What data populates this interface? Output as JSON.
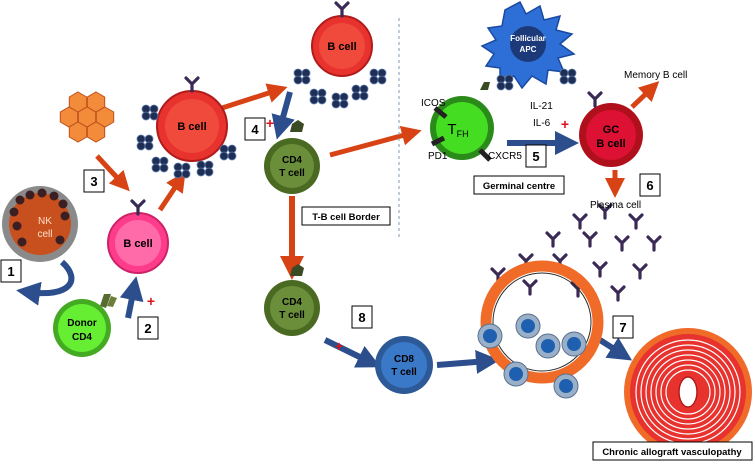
{
  "labels": {
    "nk_cell_line1": "NK",
    "nk_cell_line2": "cell",
    "donor_line1": "Donor",
    "donor_line2": "CD4",
    "b_cell": "B cell",
    "cd4_line1": "CD4",
    "cd4_line2": "T cell",
    "cd8_line1": "CD8",
    "cd8_line2": "T cell",
    "tfh_main": "T",
    "tfh_sub": "FH",
    "gc_line1": "GC",
    "gc_line2": "B cell",
    "follicular_line1": "Follicular",
    "follicular_line2": "APC",
    "icos": "ICOS",
    "pd1": "PD1",
    "cxcr5": "CXCR5",
    "il21": "IL-21",
    "il6": "IL-6",
    "memory_b_cell": "Memory B cell",
    "plasma_cell": "Plasma cell",
    "germinal_centre": "Germinal centre",
    "tb_border": "T-B cell Border",
    "chronic": "Chronic allograft vasculopathy",
    "plus": "+"
  },
  "steps": [
    "1",
    "2",
    "3",
    "4",
    "5",
    "6",
    "7",
    "8"
  ],
  "colors": {
    "nk": "#c8501e",
    "donor": "#66ee33",
    "b_cell_pink": "#ff3c8c",
    "b_cell_red": "#e8322e",
    "cd4": "#5a7a2a",
    "cd8": "#3a78c8",
    "tfh": "#44dd22",
    "gc": "#dd1133",
    "apc": "#2d6fd6",
    "arrow_orange": "#d84315",
    "arrow_blue": "#2c4e8c",
    "antibody": "#3a2a55",
    "vessel": "#f06a28"
  }
}
